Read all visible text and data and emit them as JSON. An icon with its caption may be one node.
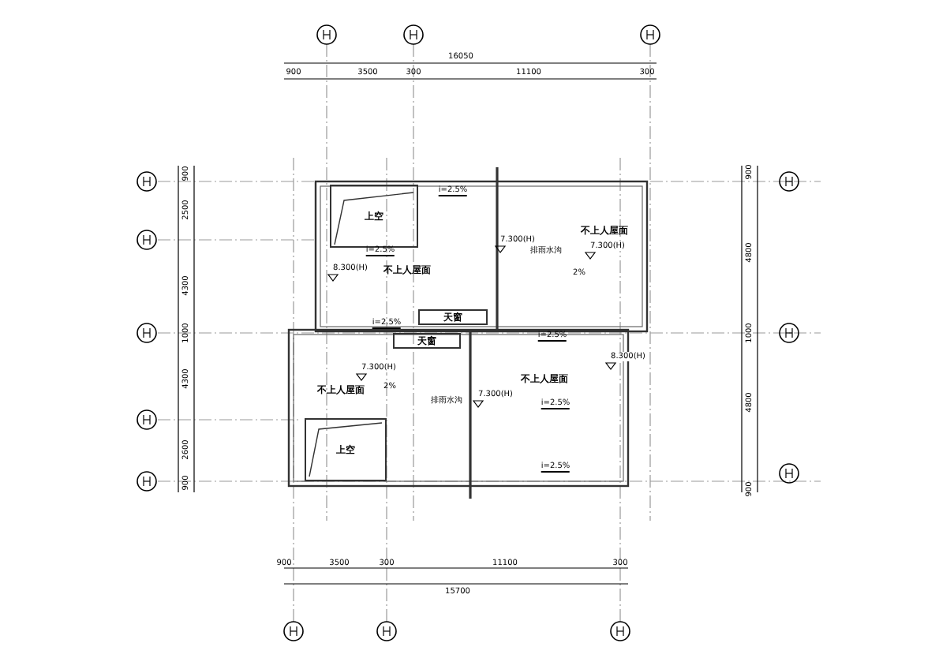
{
  "diagram": {
    "nodes": [
      {
        "text": [
          "上空"
        ]
      },
      {
        "text": [
          "天窗"
        ]
      },
      {
        "text": [
          "天窗"
        ]
      },
      {
        "text": [
          "上空"
        ]
      }
    ],
    "labels": [
      "16050",
      "900",
      "3500",
      "300",
      "11100",
      "300",
      "900",
      "900",
      "i=2.5%",
      "2500",
      "7.300(H)",
      "排雨水沟",
      "不上人屋面",
      "7.300(H)",
      "i=2.5%",
      "4300",
      "4800",
      "8.300(H)",
      "不上人屋面",
      "2%",
      "i=2.5%",
      "1000",
      "1000",
      "i=2.5%",
      "8.300(H)",
      "7.300(H)",
      "不上人屋面",
      "不上人屋面",
      "2%",
      "排雨水沟",
      "7.300(H)",
      "i=2.5%",
      "4300",
      "4800",
      "2600",
      "i=2.5%",
      "900",
      "900",
      "900",
      "3500",
      "300",
      "11100",
      "300",
      "15700"
    ]
  }
}
